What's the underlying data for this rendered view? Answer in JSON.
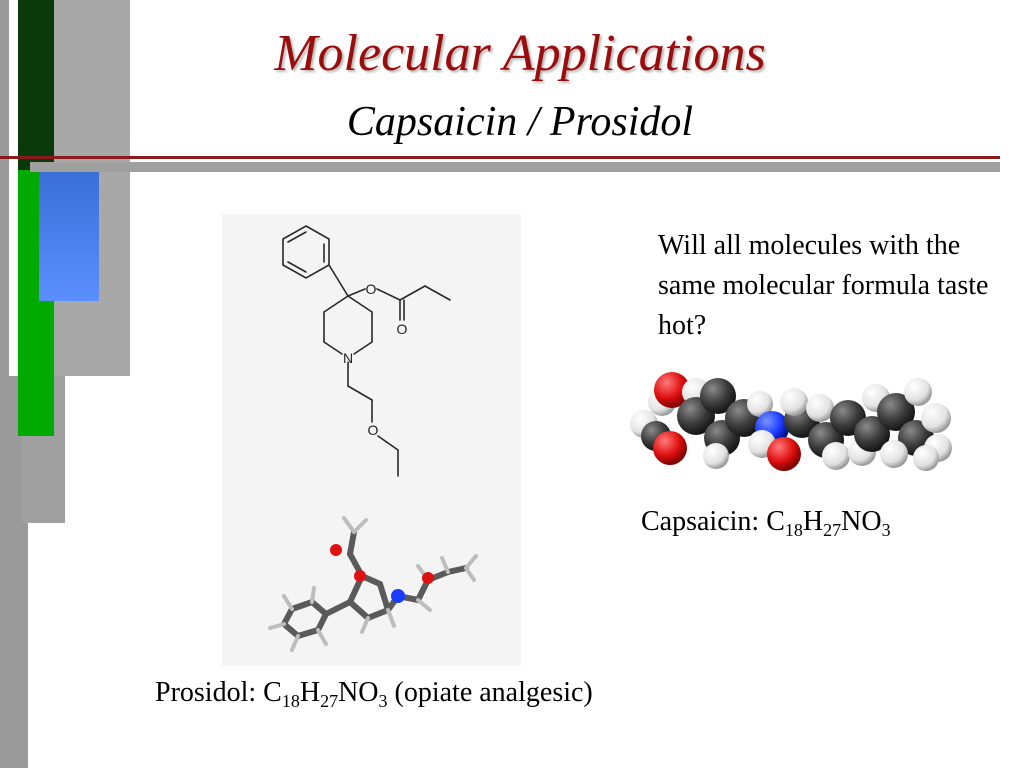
{
  "title": "Molecular Applications",
  "subtitle": "Capsaicin / Prosidol",
  "question": "Will all molecules with the same molecular formula taste hot?",
  "capsaicin_formula": {
    "name": "Capsaicin:",
    "parts": [
      {
        "el": "C",
        "n": "18"
      },
      {
        "el": "H",
        "n": "27"
      },
      {
        "el": "NO",
        "n": "3"
      }
    ]
  },
  "prosidol_formula": {
    "name": "Prosidol:",
    "parts": [
      {
        "el": "C",
        "n": "18"
      },
      {
        "el": "H",
        "n": "27"
      },
      {
        "el": "NO",
        "n": "3"
      }
    ],
    "note": "(opiate analgesic)"
  },
  "structure_atoms": {
    "oxygen1": "O",
    "oxygen2": "O",
    "nitrogen": "N",
    "oxygen3": "O"
  },
  "colors": {
    "title": "#9a0d0d",
    "accent_green": "#00aa00",
    "accent_blue": "#5b8fff",
    "oxygen": "#e01010",
    "nitrogen": "#1a3cff",
    "carbon": "#3a3a3a",
    "hydrogen": "#f2f2f2"
  }
}
